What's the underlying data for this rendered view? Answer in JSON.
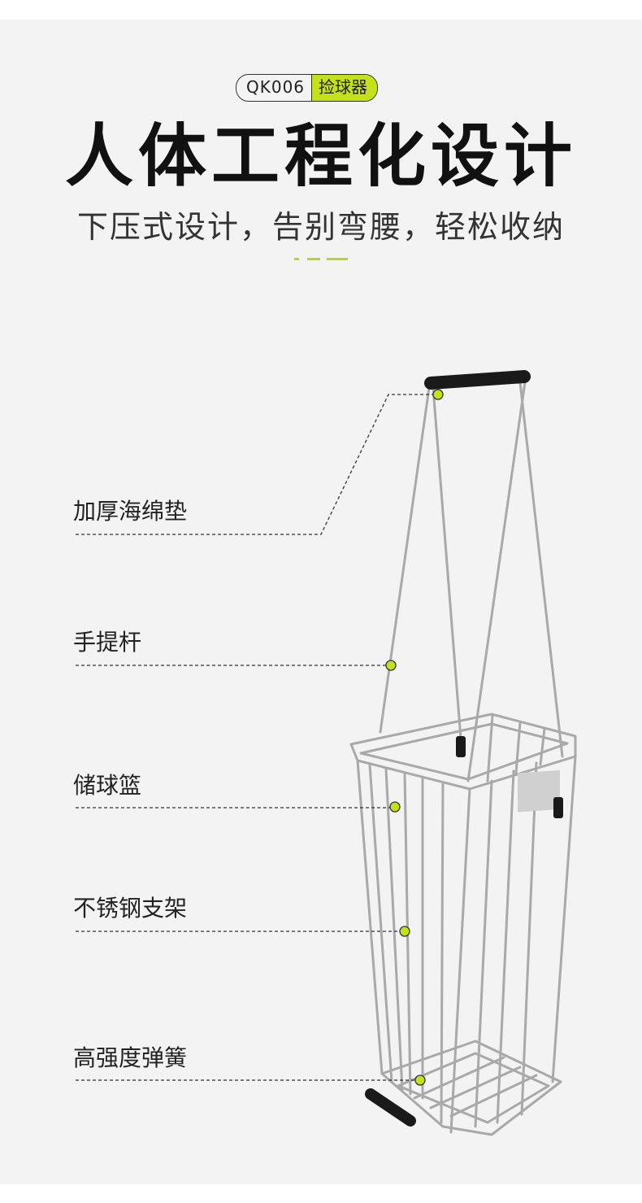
{
  "header": {
    "model_code": "QK006",
    "model_name": "捡球器",
    "title": "人体工程化设计",
    "subtitle": "下压式设计，告别弯腰，轻松收纳"
  },
  "labels": [
    "加厚海绵垫",
    "手提杆",
    "储球篮",
    "不锈钢支架",
    "高强度弹簧"
  ],
  "colors": {
    "accent": "#c4e11c",
    "background": "#f3f3f3",
    "text": "#222222"
  }
}
